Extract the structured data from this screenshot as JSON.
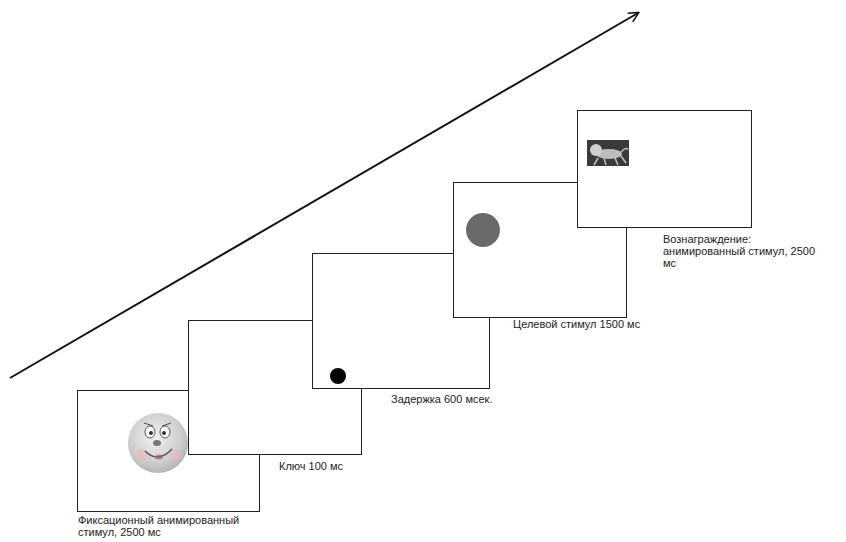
{
  "diagram": {
    "nodes": [
      {
        "text": [
          "Фиксационный анимированный стимул, 2500 мс"
        ]
      },
      {
        "text": [
          "Ключ 100 мс"
        ]
      },
      {
        "text": [
          "Задержка 600 мсек."
        ]
      },
      {
        "text": [
          "Целевой стимул 1500 мс"
        ]
      },
      {
        "text": [
          "Вознаграждение: анимированный стимул, 2500 мс"
        ]
      }
    ]
  }
}
